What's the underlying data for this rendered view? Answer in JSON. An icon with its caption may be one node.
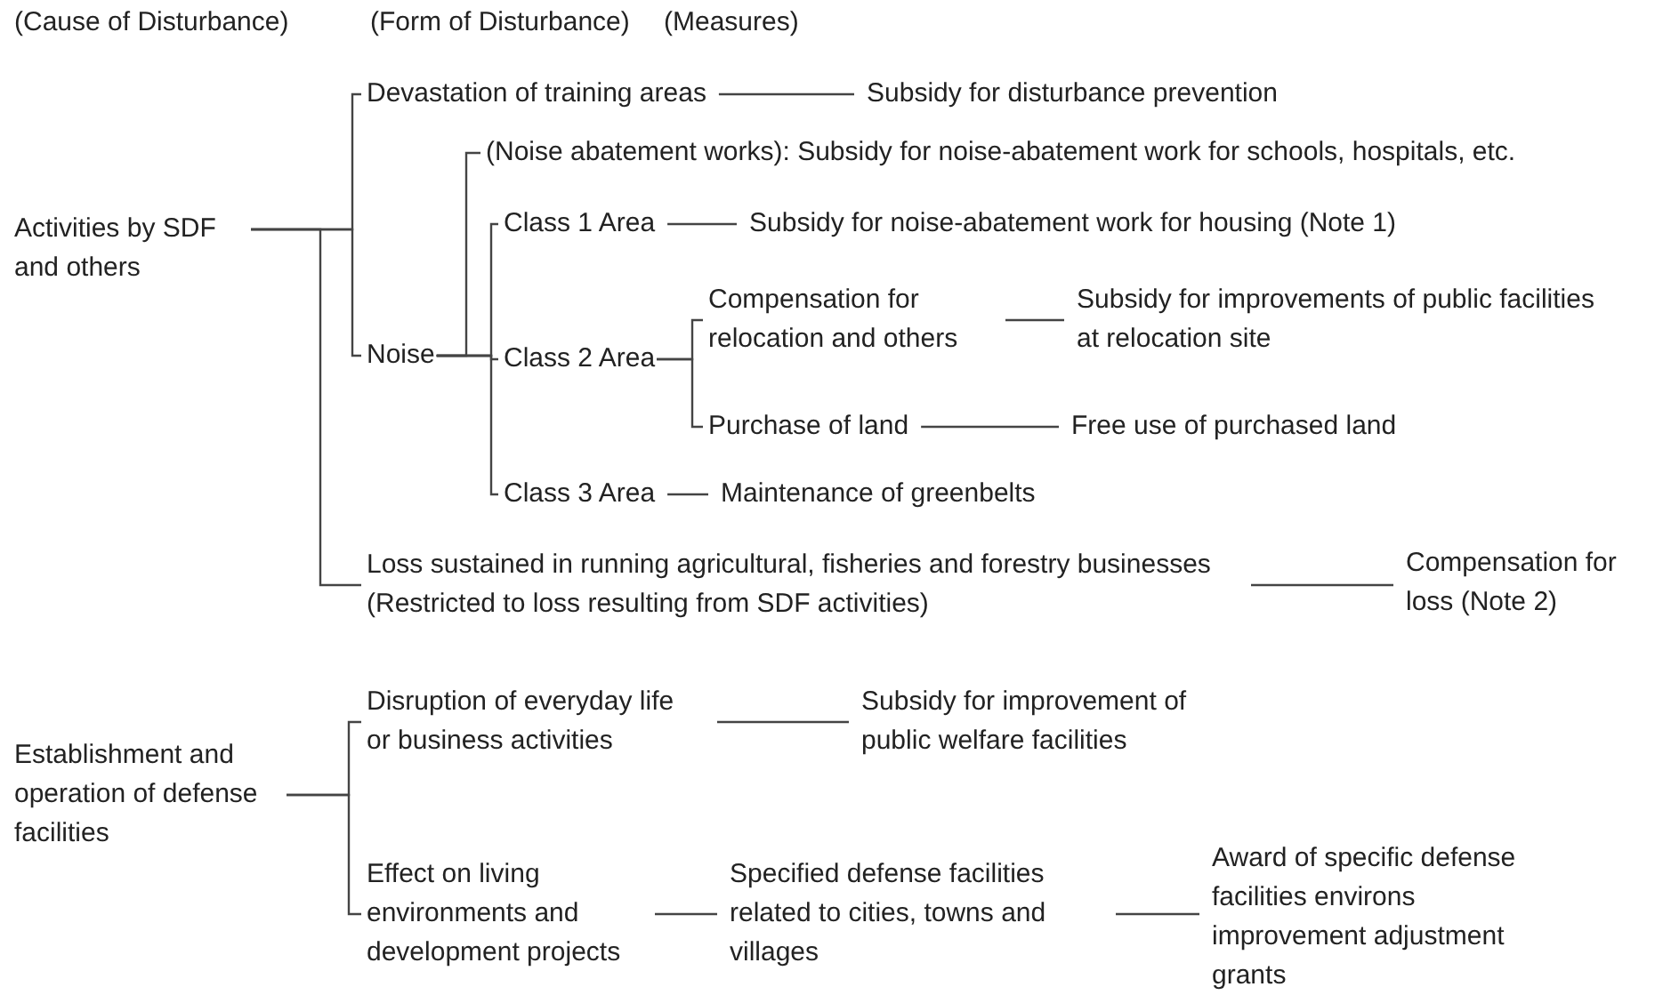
{
  "diagram": {
    "nodes": [
      {
        "text": [
          "Activities by SDF and others"
        ]
      },
      {
        "text": [
          "Devastation of training areas"
        ]
      },
      {
        "text": [
          "Subsidy for disturbance prevention"
        ]
      },
      {
        "text": [
          "Noise"
        ]
      },
      {
        "text": [
          "(Noise abatement works): Subsidy for noise-abatement work for schools, hospitals, etc."
        ]
      },
      {
        "text": [
          "Class 1 Area"
        ]
      },
      {
        "text": [
          "Subsidy for noise-abatement work for housing (Note 1)"
        ]
      },
      {
        "text": [
          "Class 2 Area"
        ]
      },
      {
        "text": [
          "Compensation for relocation and others"
        ]
      },
      {
        "text": [
          "Subsidy for improvements of public facilities at relocation site"
        ]
      },
      {
        "text": [
          "Purchase of land"
        ]
      },
      {
        "text": [
          "Free use of purchased land"
        ]
      },
      {
        "text": [
          "Class 3 Area"
        ]
      },
      {
        "text": [
          "Maintenance of greenbelts"
        ]
      },
      {
        "text": [
          "Loss sustained in running agricultural, fisheries and forestry businesses (Restricted to loss resulting from SDF activities)"
        ]
      },
      {
        "text": [
          "Compensation for loss (Note 2)"
        ]
      },
      {
        "text": [
          "Establishment and operation of defense facilities"
        ]
      },
      {
        "text": [
          "Disruption of everyday life or business activities"
        ]
      },
      {
        "text": [
          "Subsidy for improvement of public welfare facilities"
        ]
      },
      {
        "text": [
          "Effect on living environments and development projects"
        ]
      },
      {
        "text": [
          "Specified defense facilities related to cities, towns and villages"
        ]
      },
      {
        "text": [
          "Award of specific defense facilities environs improvement adjustment grants"
        ]
      }
    ],
    "edges": [
      {
        "from": 0,
        "to": 1,
        "arrow": "none"
      },
      {
        "from": 0,
        "to": 3,
        "arrow": "none"
      },
      {
        "from": 0,
        "to": 14,
        "arrow": "none"
      },
      {
        "from": 1,
        "to": 2,
        "arrow": "none"
      },
      {
        "from": 3,
        "to": 4,
        "arrow": "none"
      },
      {
        "from": 3,
        "to": 5,
        "arrow": "none"
      },
      {
        "from": 3,
        "to": 7,
        "arrow": "none"
      },
      {
        "from": 3,
        "to": 12,
        "arrow": "none"
      },
      {
        "from": 5,
        "to": 6,
        "arrow": "none"
      },
      {
        "from": 7,
        "to": 8,
        "arrow": "none"
      },
      {
        "from": 7,
        "to": 10,
        "arrow": "none"
      },
      {
        "from": 8,
        "to": 9,
        "arrow": "none"
      },
      {
        "from": 10,
        "to": 11,
        "arrow": "none"
      },
      {
        "from": 12,
        "to": 13,
        "arrow": "none"
      },
      {
        "from": 14,
        "to": 15,
        "arrow": "none"
      },
      {
        "from": 16,
        "to": 17,
        "arrow": "none"
      },
      {
        "from": 16,
        "to": 19,
        "arrow": "none"
      },
      {
        "from": 17,
        "to": 18,
        "arrow": "none"
      },
      {
        "from": 19,
        "to": 20,
        "arrow": "none"
      },
      {
        "from": 20,
        "to": 21,
        "arrow": "none"
      }
    ],
    "labels": [
      "(Cause of Disturbance)",
      "(Form of Disturbance)",
      "(Measures)"
    ]
  }
}
